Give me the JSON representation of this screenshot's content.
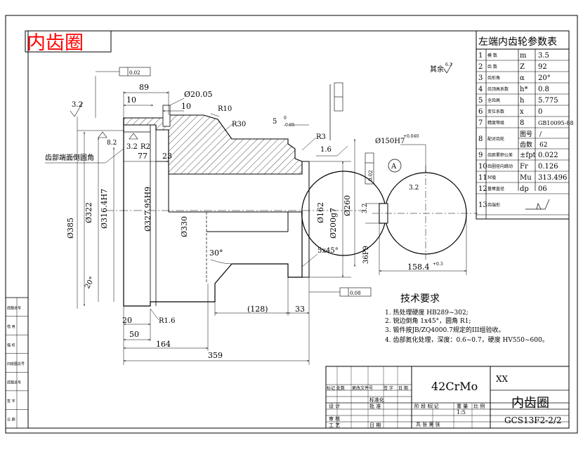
{
  "stamp_title": "内齿圈",
  "roughness_note": {
    "prefix": "其余",
    "value": "6.3"
  },
  "param_table": {
    "title": "左端内齿轮参数表",
    "rows": [
      {
        "no": "1",
        "name": "模 数",
        "symbol": "m",
        "value": "3.5"
      },
      {
        "no": "2",
        "name": "齿 数",
        "symbol": "Z",
        "value": "92"
      },
      {
        "no": "3",
        "name": "齿形角",
        "symbol": "α",
        "value": "20°"
      },
      {
        "no": "4",
        "name": "齿顶高系数",
        "symbol": "h*",
        "value": "0.8"
      },
      {
        "no": "5",
        "name": "全齿高",
        "symbol": "h",
        "value": "5.775"
      },
      {
        "no": "6",
        "name": "变位系数",
        "symbol": "x",
        "value": "0"
      },
      {
        "no": "7",
        "name": "精度等级",
        "symbol": "8",
        "value": "GB10095-88"
      },
      {
        "no": "8",
        "name": "配对齿轮",
        "symbol": "图号",
        "value": "/",
        "symbol2": "齿数",
        "value2": "62"
      },
      {
        "no": "9",
        "name": "齿距累积公差",
        "symbol": "±fpt",
        "value": "0.022"
      },
      {
        "no": "10",
        "name": "齿圈径向跳动",
        "symbol": "Fr",
        "value": "0.126"
      },
      {
        "no": "11",
        "name": "M值",
        "symbol": "Mu",
        "value": "313.496"
      },
      {
        "no": "12",
        "name": "量棒直径",
        "symbol": "dp",
        "value": "06"
      },
      {
        "no": "13",
        "name": "齿端形",
        "symbol": "",
        "value": ""
      }
    ]
  },
  "tech_req": {
    "title": "技术要求",
    "items": [
      "1. 热处理硬度 HB289~302;",
      "2. 锐边倒角 1x45°，圆角 R1;",
      "3. 锻件按JB/ZQ4000.7规定的III组验收。",
      "4. 齿部氮化处理，深度：0.6~0.7，硬度 HV550~600。"
    ]
  },
  "left_side_note": "齿部端面倒圆角",
  "dimensions": {
    "d89": "89",
    "d10a": "10",
    "d10b": "10",
    "d2005": "Ø20.05",
    "r10": "R10",
    "r30": "R30",
    "d5": "5",
    "r3": "R3",
    "d16": "1.6",
    "d77": "77",
    "d23": "23",
    "d32a": "3.2",
    "d32b": "3.2",
    "r2": "R2",
    "d385": "Ø385",
    "d322": "Ø322",
    "d3164": "Ø316.4H7",
    "d32795": "Ø327.95H9",
    "d330": "Ø330",
    "d162": "Ø162",
    "d200": "Ø200g7",
    "d260": "Ø260",
    "d30": "30°",
    "d5x45": "5x45°",
    "d20deg": "20°",
    "d20": "20",
    "r16": "R1.6",
    "d50": "50",
    "d128": "(128)",
    "d33": "33",
    "d164": "164",
    "d359": "359",
    "d150h7": "Ø150H7",
    "d1584": "158.4",
    "d36p9": "36P9",
    "d32c": "3.2",
    "d32d": "3.2",
    "d8": "8.2",
    "label_a": "A",
    "tol_a": "0.02",
    "tol_b": "0.08",
    "tol_c": "0.02"
  },
  "title_block": {
    "material": "42CrMo",
    "company": "XX",
    "part_name": "内齿圈",
    "drawing_no": "GCS13F2-2/2",
    "scale": "1:5",
    "sheet_label": "共 张 第 张",
    "rows_left": [
      "设 计",
      "审 核",
      "工 艺"
    ],
    "rows_mid": [
      "标准化",
      "批 准",
      "日 期"
    ],
    "row_header": [
      "标记 处数",
      "更改文件号",
      "签 字",
      "日 期"
    ],
    "stage_header": [
      "阶 段 标 记",
      "重 量",
      "比 例"
    ]
  },
  "side_column": [
    "底图总号",
    "借 用",
    "描 校",
    "旧底图总号",
    "底图总号",
    "签 字",
    "日 期"
  ]
}
